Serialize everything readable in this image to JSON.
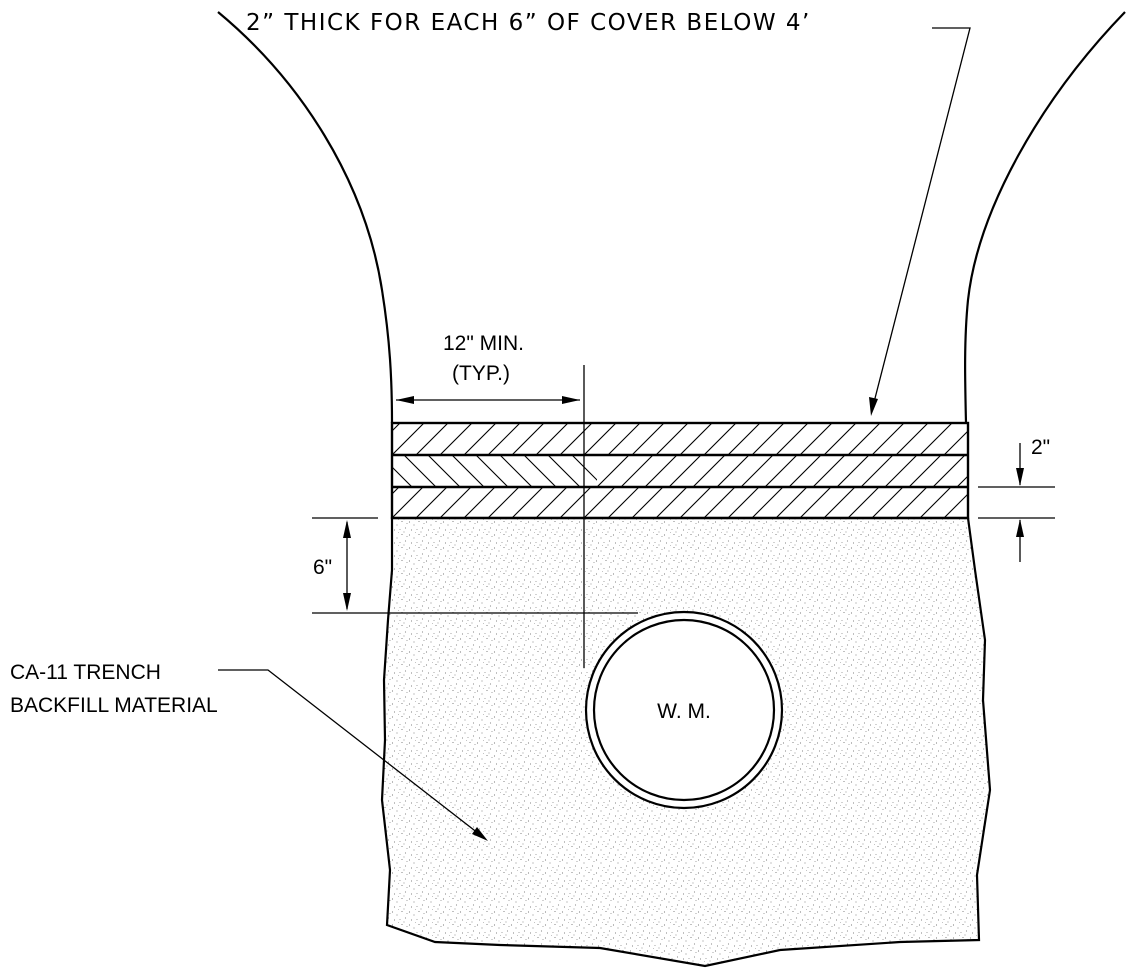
{
  "callout_top": "2” THICK FOR EACH 6” OF COVER BELOW 4’",
  "dim_width": {
    "line1": "12\" MIN.",
    "line2": "(TYP.)"
  },
  "dim_layer": "2\"",
  "dim_cover": "6\"",
  "callout_backfill": {
    "line1": "CA-11 TRENCH",
    "line2": "BACKFILL  MATERIAL"
  },
  "pipe_label": "W. M."
}
